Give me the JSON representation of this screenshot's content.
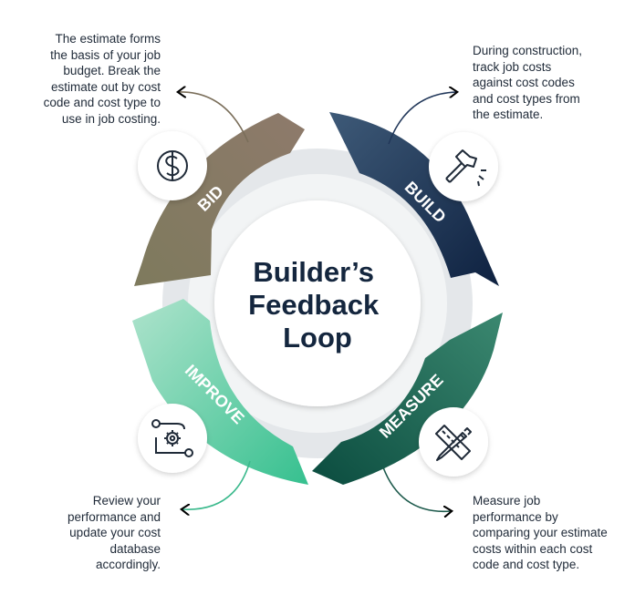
{
  "center": {
    "title_lines": [
      "Builder’s",
      "Feedback",
      "Loop"
    ]
  },
  "stages": {
    "bid": {
      "label": "BID",
      "icon": "dollar-icon",
      "color": "#847a63"
    },
    "build": {
      "label": "BUILD",
      "icon": "hammer-icon",
      "color": "#22385a"
    },
    "measure": {
      "label": "MEASURE",
      "icon": "ruler-pencil-icon",
      "color": "#1d6b5a"
    },
    "improve": {
      "label": "IMPROVE",
      "icon": "workflow-gear-icon",
      "color": "#4fc7a2"
    }
  },
  "notes": {
    "bid": "The estimate forms\nthe basis of your job\nbudget. Break the\nestimate out by cost\ncode and cost type to\nuse in job costing.",
    "build": "During construction,\ntrack job costs\nagainst cost codes\nand cost types from\nthe estimate.",
    "measure": "Measure job\nperformance by\ncomparing your estimate\ncosts within each cost\ncode and cost type.",
    "improve": "Review your\nperformance and\nupdate your cost\ndatabase\naccordingly."
  },
  "colors": {
    "text": "#1f2a38",
    "ring_track": "#e4e7ea",
    "bid_start": "#7e7a5d",
    "bid_end": "#8e7a6b",
    "build_start": "#3e5a78",
    "build_end": "#0e2140",
    "measure_start": "#3b8870",
    "measure_end": "#0b4c3f",
    "improve_start": "#aee3cc",
    "improve_end": "#36c08f"
  }
}
